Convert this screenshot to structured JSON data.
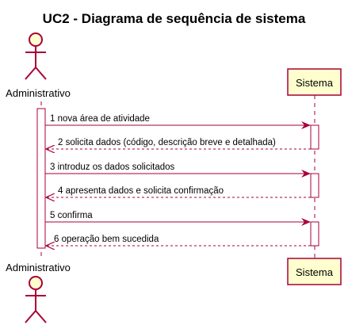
{
  "title": "UC2 - Diagrama de sequência de sistema",
  "actor": {
    "name": "Administrativo"
  },
  "participant": {
    "name": "Sistema"
  },
  "messages": [
    {
      "label": "1 nova área de atividade",
      "direction": "request",
      "style": "solid"
    },
    {
      "label": "2 solicita dados (código, descrição breve e detalhada)",
      "direction": "reply",
      "style": "dashed"
    },
    {
      "label": "3 introduz os dados solicitados",
      "direction": "request",
      "style": "solid"
    },
    {
      "label": "4 apresenta dados e solicita confirmação",
      "direction": "reply",
      "style": "dashed"
    },
    {
      "label": "5 confirma",
      "direction": "request",
      "style": "solid"
    },
    {
      "label": "6 operação bem sucedida",
      "direction": "reply",
      "style": "dashed"
    }
  ],
  "colors": {
    "arrow": "#A80036",
    "lifeline": "#A80036",
    "box_fill": "#FEFECE",
    "activation_fill": "#FFFFFF"
  }
}
